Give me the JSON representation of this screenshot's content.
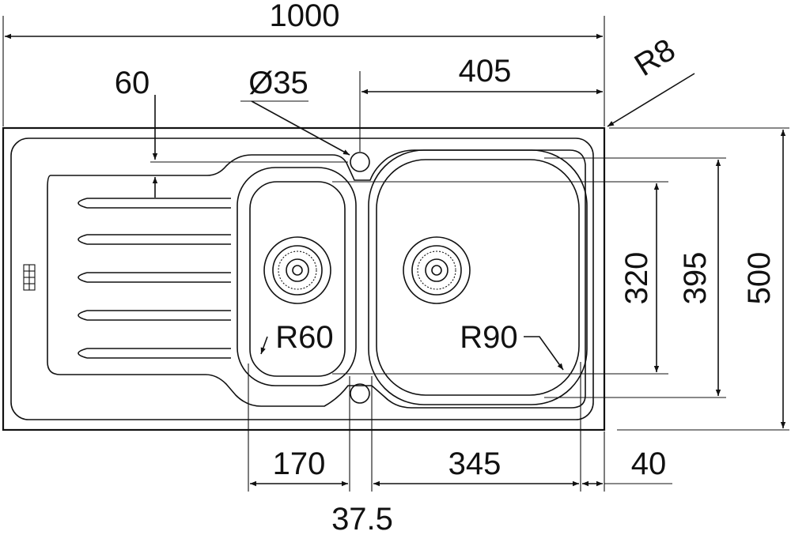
{
  "dimensions": {
    "overall_width": "1000",
    "bowl_offset": "405",
    "radius_corner": "R8",
    "drainer_step": "60",
    "tap_hole": "Ø35",
    "small_bowl_depth": "320",
    "large_bowl_depth": "395",
    "overall_depth": "500",
    "small_bowl_radius": "R60",
    "large_bowl_radius": "R90",
    "small_bowl_width": "170",
    "large_bowl_width": "345",
    "right_rim": "40",
    "bowl_gap": "37.5"
  }
}
